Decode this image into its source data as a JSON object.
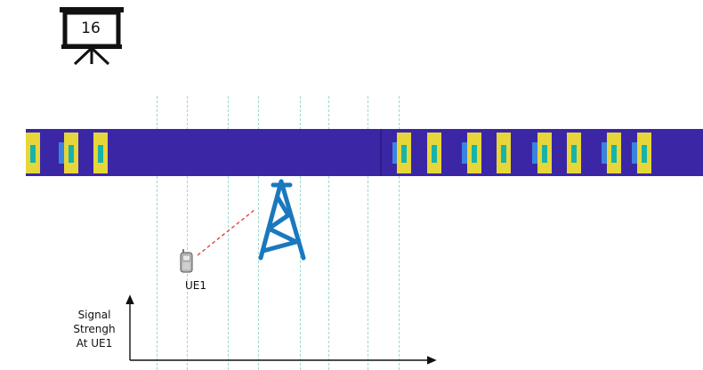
{
  "slide_number": "16",
  "ue_label": "UE1",
  "axis_label_lines": [
    "Signal",
    "Strengh",
    "At UE1"
  ],
  "colors": {
    "track": "#3b27a6",
    "slot": "#e6d63a",
    "slot_inner": "#18b3a8",
    "slot_blue": "#3a84e0",
    "tower": "#1a78bf",
    "link": "#e03a3a",
    "grid_line": "#9dd9cf"
  },
  "icons": [
    "presentation-board-icon",
    "cell-tower-icon",
    "mobile-phone-icon"
  ]
}
